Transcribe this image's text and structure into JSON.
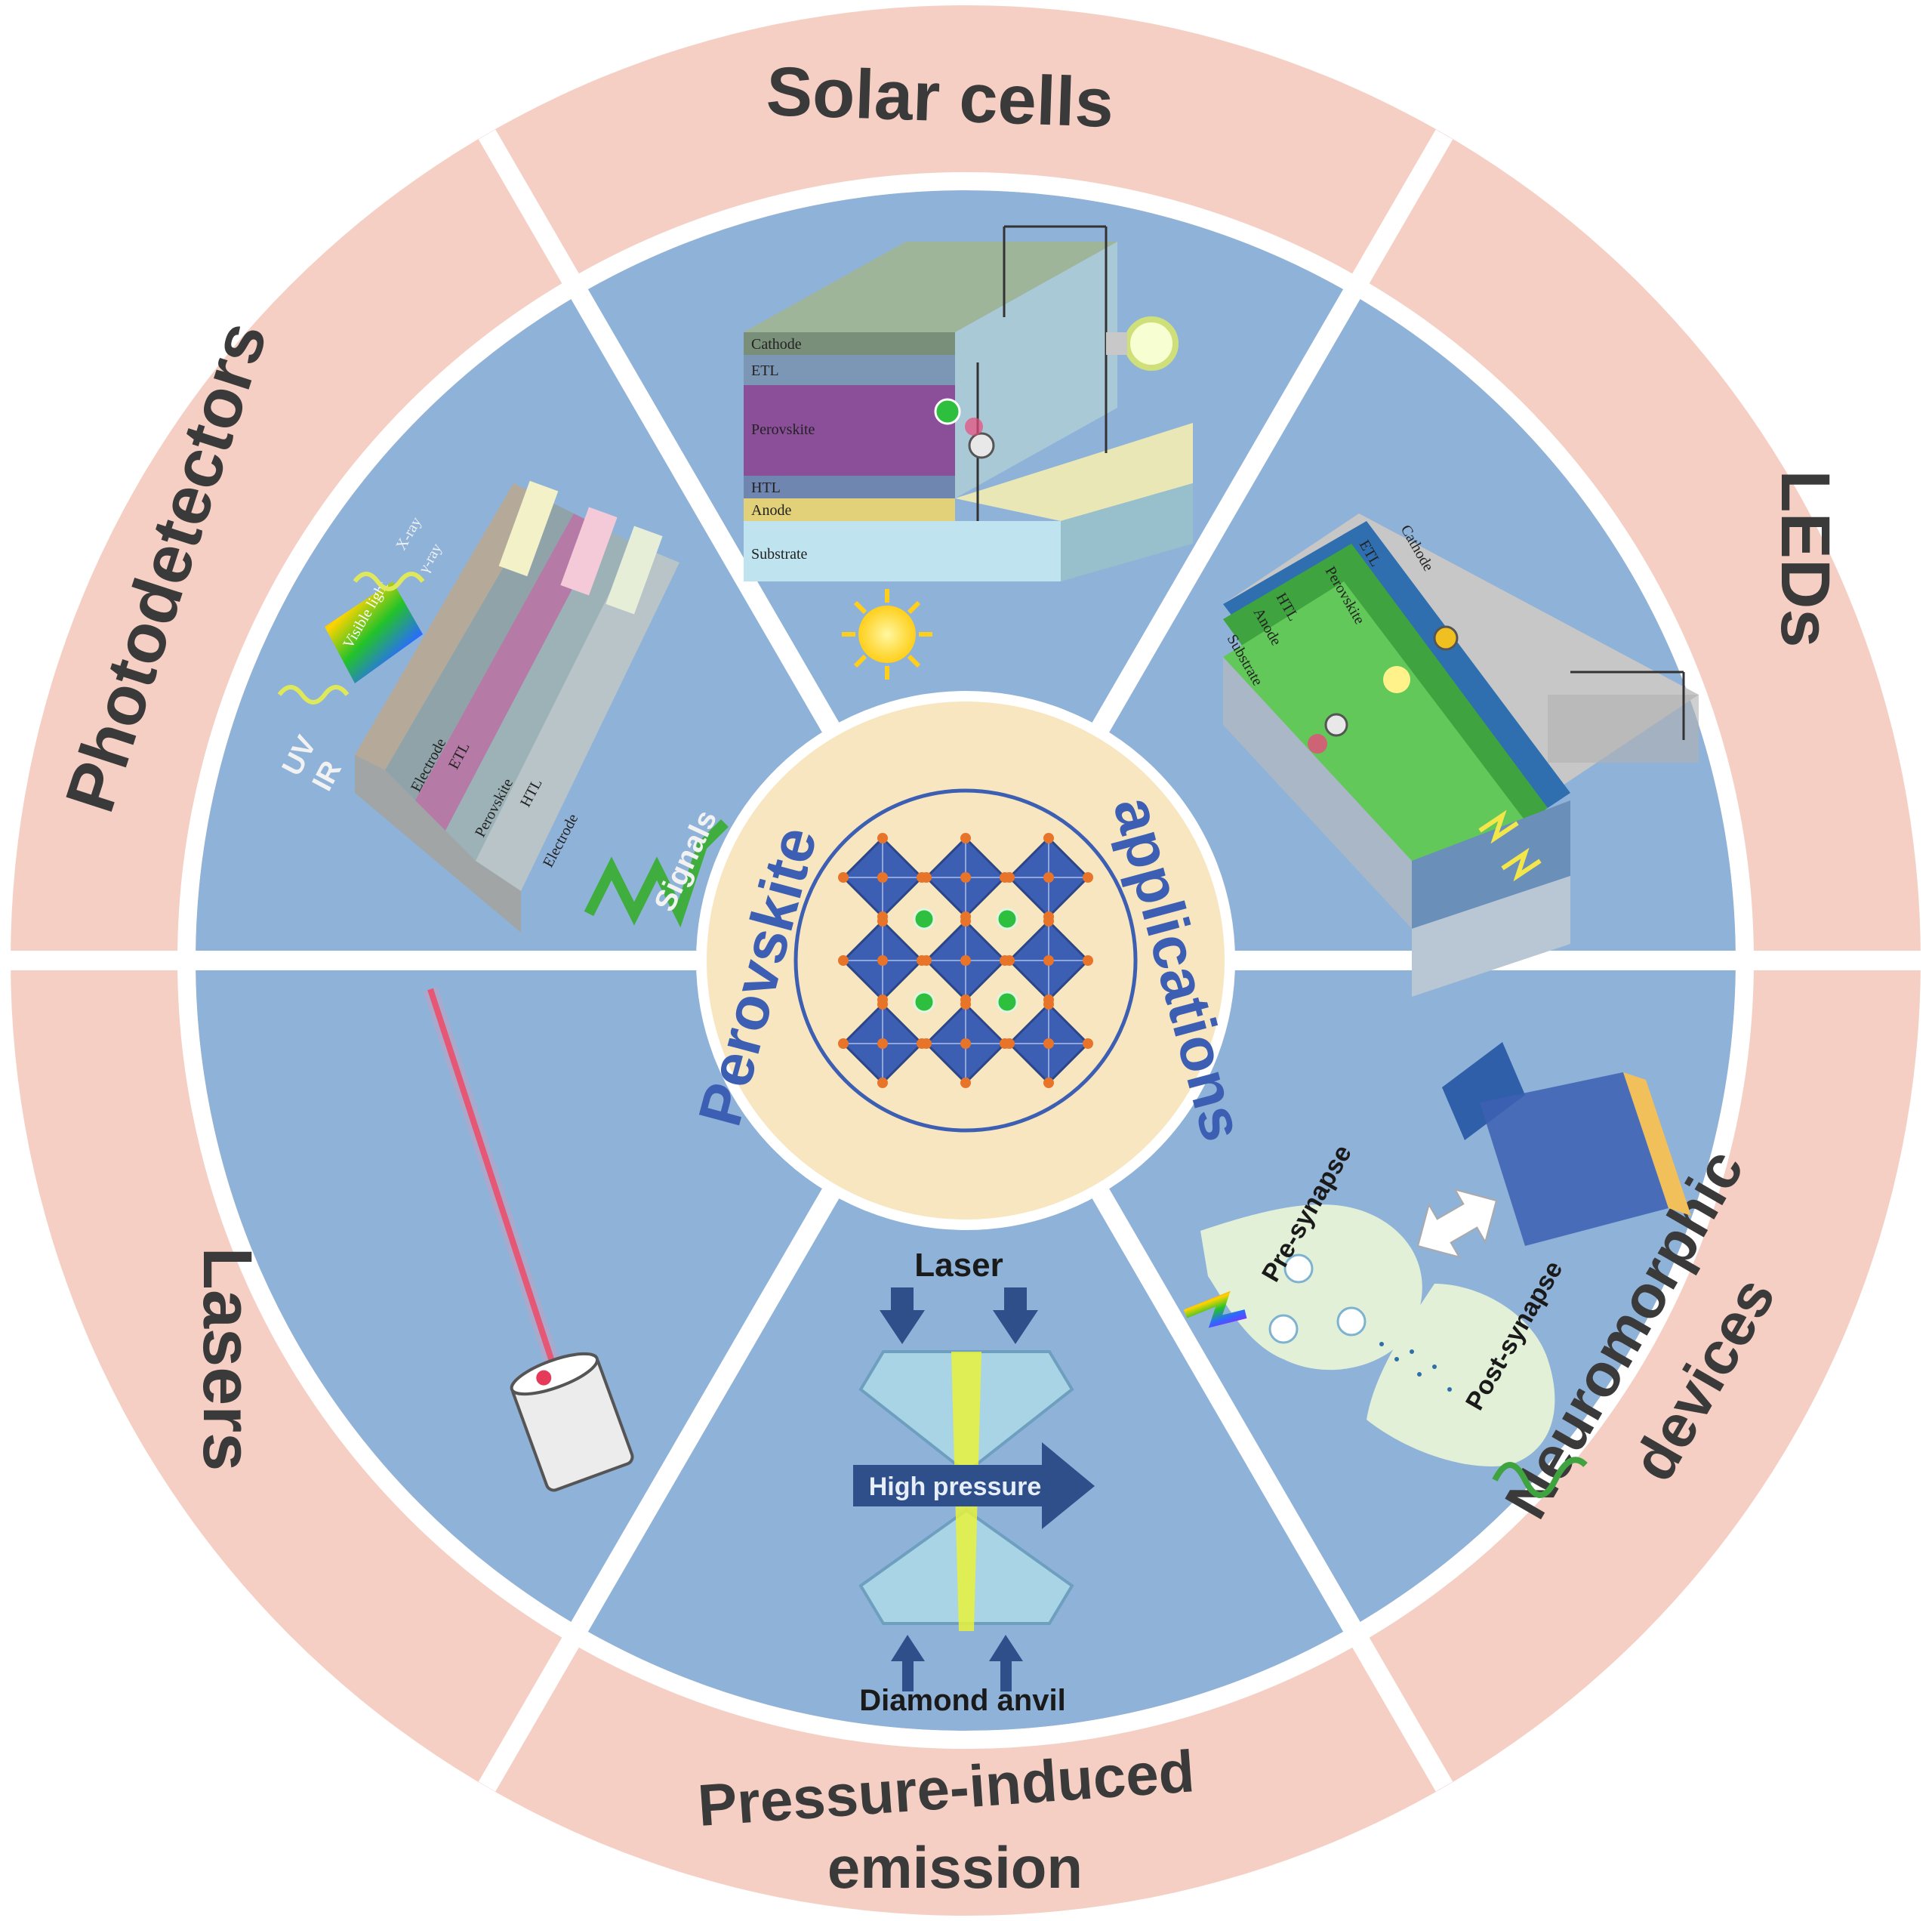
{
  "diagram": {
    "center": {
      "title_left": "Perovskite",
      "title_right": "applications"
    },
    "sectors": [
      {
        "id": "solar",
        "label": "Solar cells",
        "layers": [
          "Cathode",
          "ETL",
          "Perovskite",
          "HTL",
          "Anode",
          "Substrate"
        ]
      },
      {
        "id": "leds",
        "label": "LEDs",
        "layers": [
          "Cathode",
          "ETL",
          "Perovskite",
          "HTL",
          "Anode",
          "Substrate"
        ]
      },
      {
        "id": "neuro",
        "label_line1": "Neuromorphic",
        "label_line2": "devices",
        "pre": "Pre-synapse",
        "post": "Post-synapse"
      },
      {
        "id": "pie",
        "label_line1": "Pressure-induced",
        "label_line2": "emission",
        "laser": "Laser",
        "high_pressure": "High pressure",
        "anvil": "Diamond anvil"
      },
      {
        "id": "lasers",
        "label": "Lasers"
      },
      {
        "id": "photo",
        "label": "Photodetectors",
        "rays_top": [
          "X-ray",
          "γ-ray"
        ],
        "rays_bottom": [
          "UV",
          "IR"
        ],
        "visible": "Visible light",
        "layers": [
          "Electrode",
          "ETL",
          "Perovskite",
          "HTL",
          "Electrode"
        ],
        "signals": "Signals"
      }
    ],
    "colors": {
      "outer_ring": "#f5cfc3",
      "inner_sector": "#8fb2d9",
      "center_disk": "#f7e6bf",
      "center_border": "#3d5fb3",
      "separator": "#ffffff"
    }
  }
}
